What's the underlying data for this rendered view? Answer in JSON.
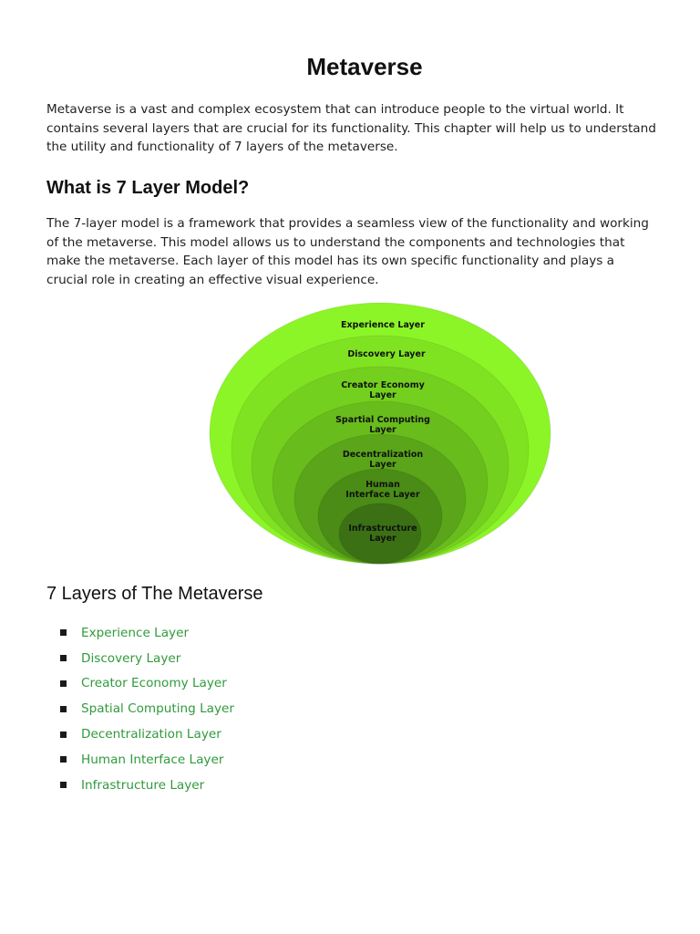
{
  "title": "Metaverse",
  "intro": "Metaverse is a vast and complex ecosystem that can introduce people to the virtual world. It contains several layers that are crucial for its functionality. This chapter will help us to understand the utility and functionality of 7 layers of the metaverse.",
  "section1": {
    "heading": "What is 7 Layer Model?",
    "body": "The 7-layer model is a framework that provides a seamless view of the functionality and working of the metaverse. This model allows us to understand the components and technologies that make the metaverse. Each layer of this model has its own specific functionality and plays a crucial role in creating an effective visual experience."
  },
  "diagram": {
    "colors": [
      "#8cf527",
      "#80e322",
      "#74d01e",
      "#68bc1b",
      "#5aa519",
      "#4a8c16",
      "#3b7014"
    ],
    "rings": [
      {
        "lines": [
          "Experience Layer"
        ]
      },
      {
        "lines": [
          "Discovery Layer"
        ]
      },
      {
        "lines": [
          "Creator Economy",
          "Layer"
        ]
      },
      {
        "lines": [
          "Spartial Computing",
          "Layer"
        ]
      },
      {
        "lines": [
          "Decentralization",
          "Layer"
        ]
      },
      {
        "lines": [
          "Human",
          "Interface Layer"
        ]
      },
      {
        "lines": [
          "Infrastructure",
          "Layer"
        ]
      }
    ]
  },
  "section2": {
    "heading": "7 Layers of The Metaverse",
    "link_color": "#2f9a3b",
    "items": [
      "Experience Layer",
      "Discovery Layer",
      "Creator Economy Layer",
      "Spatial Computing Layer",
      "Decentralization Layer",
      "Human Interface Layer",
      "Infrastructure Layer"
    ]
  }
}
